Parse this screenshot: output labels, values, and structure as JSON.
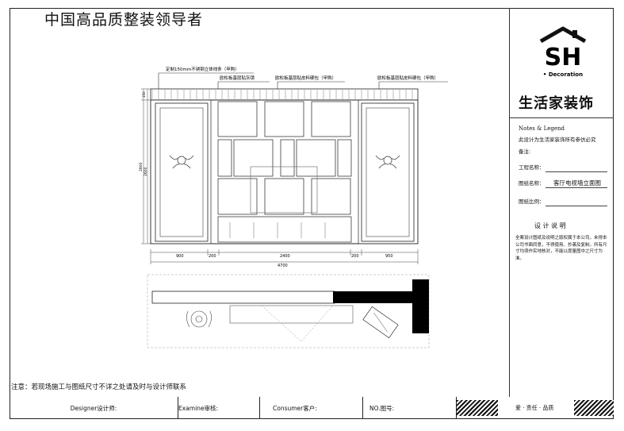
{
  "header": {
    "title": "中国高品质整装领导者"
  },
  "logo": {
    "letters": "SH",
    "subtitle": "• Decoration",
    "brand": "生活家装饰"
  },
  "legend": {
    "heading": "Notes & Legend",
    "copyright": "此设计为生活家装饰所有参仿必究",
    "remark_label": "备注:",
    "project_label": "工程名称：",
    "drawing_name_label": "图纸名称：",
    "drawing_name_value": "客厅电视墙立面图",
    "scale_label": "图纸比例：",
    "design_notes_heading": "设 计 说 明",
    "design_notes_text": "全案设计图纸及说明之版权属于本公司，未得本公司书面同意，不得使用、抄袭及复制。所有尺寸均须作实地核对，不能以度量图中之尺寸为准。"
  },
  "drawing": {
    "annotations": [
      "定制150mm不锈钢立体线条（甲购）",
      "欧松板基层贴灰镜",
      "欧松板基层贴皮料硬包（甲购）",
      "欧松板基层贴皮料硬包（甲购）"
    ],
    "dimensions": [
      "900",
      "200",
      "2400",
      "200",
      "950",
      "4700"
    ],
    "heights": [
      "2800",
      "2600",
      "150"
    ]
  },
  "footer": {
    "note": "注意：若现场施工与图纸尺寸不详之处请及时与设计师联系",
    "designer_label": "Designer设计师:",
    "examine_label": "Examine审核:",
    "consumer_label": "Consumer客户:",
    "number_label": "NO.图号:",
    "slogan": "爱 · 责任 · 品质"
  }
}
